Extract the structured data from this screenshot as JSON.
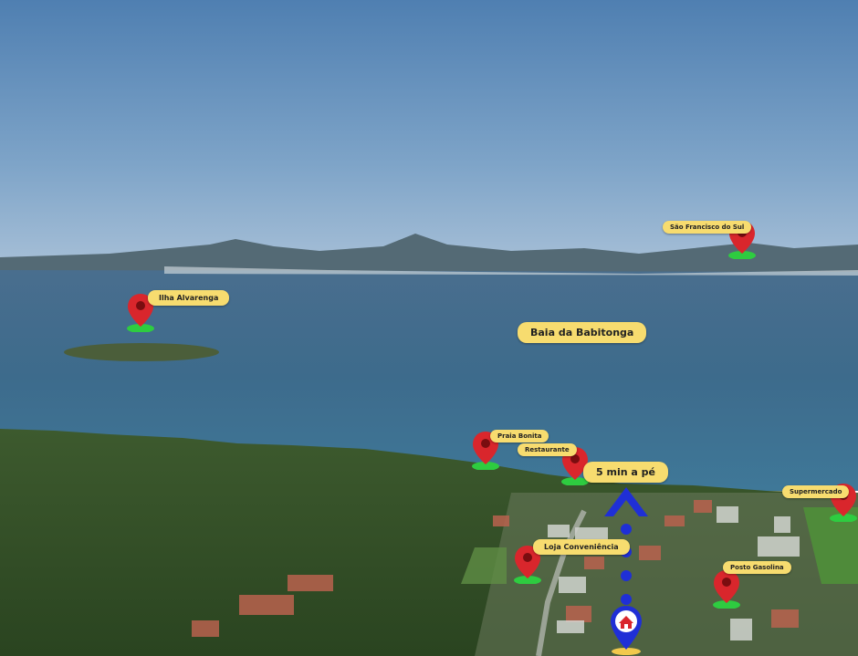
{
  "places": {
    "sao_francisco": "São Francisco do Sul",
    "ilha_alvarenga": "Ilha Alvarenga",
    "baia": "Baia da Babitonga",
    "praia_bonita": "Praia Bonita",
    "restaurante": "Restaurante",
    "walk_time": "5 min a pé",
    "supermercado": "Supermercado",
    "loja": "Loja Conveniência",
    "posto": "Posto Gasolina"
  },
  "colors": {
    "label_bg": "#f7dc6f",
    "pin_red": "#d9262c",
    "pin_base": "#2ecc40",
    "route_blue": "#1f2fd6"
  },
  "icons": {
    "location_pin": "map-pin-icon",
    "route_arrow": "chevron-up-icon",
    "home_marker": "house-pin-icon"
  }
}
